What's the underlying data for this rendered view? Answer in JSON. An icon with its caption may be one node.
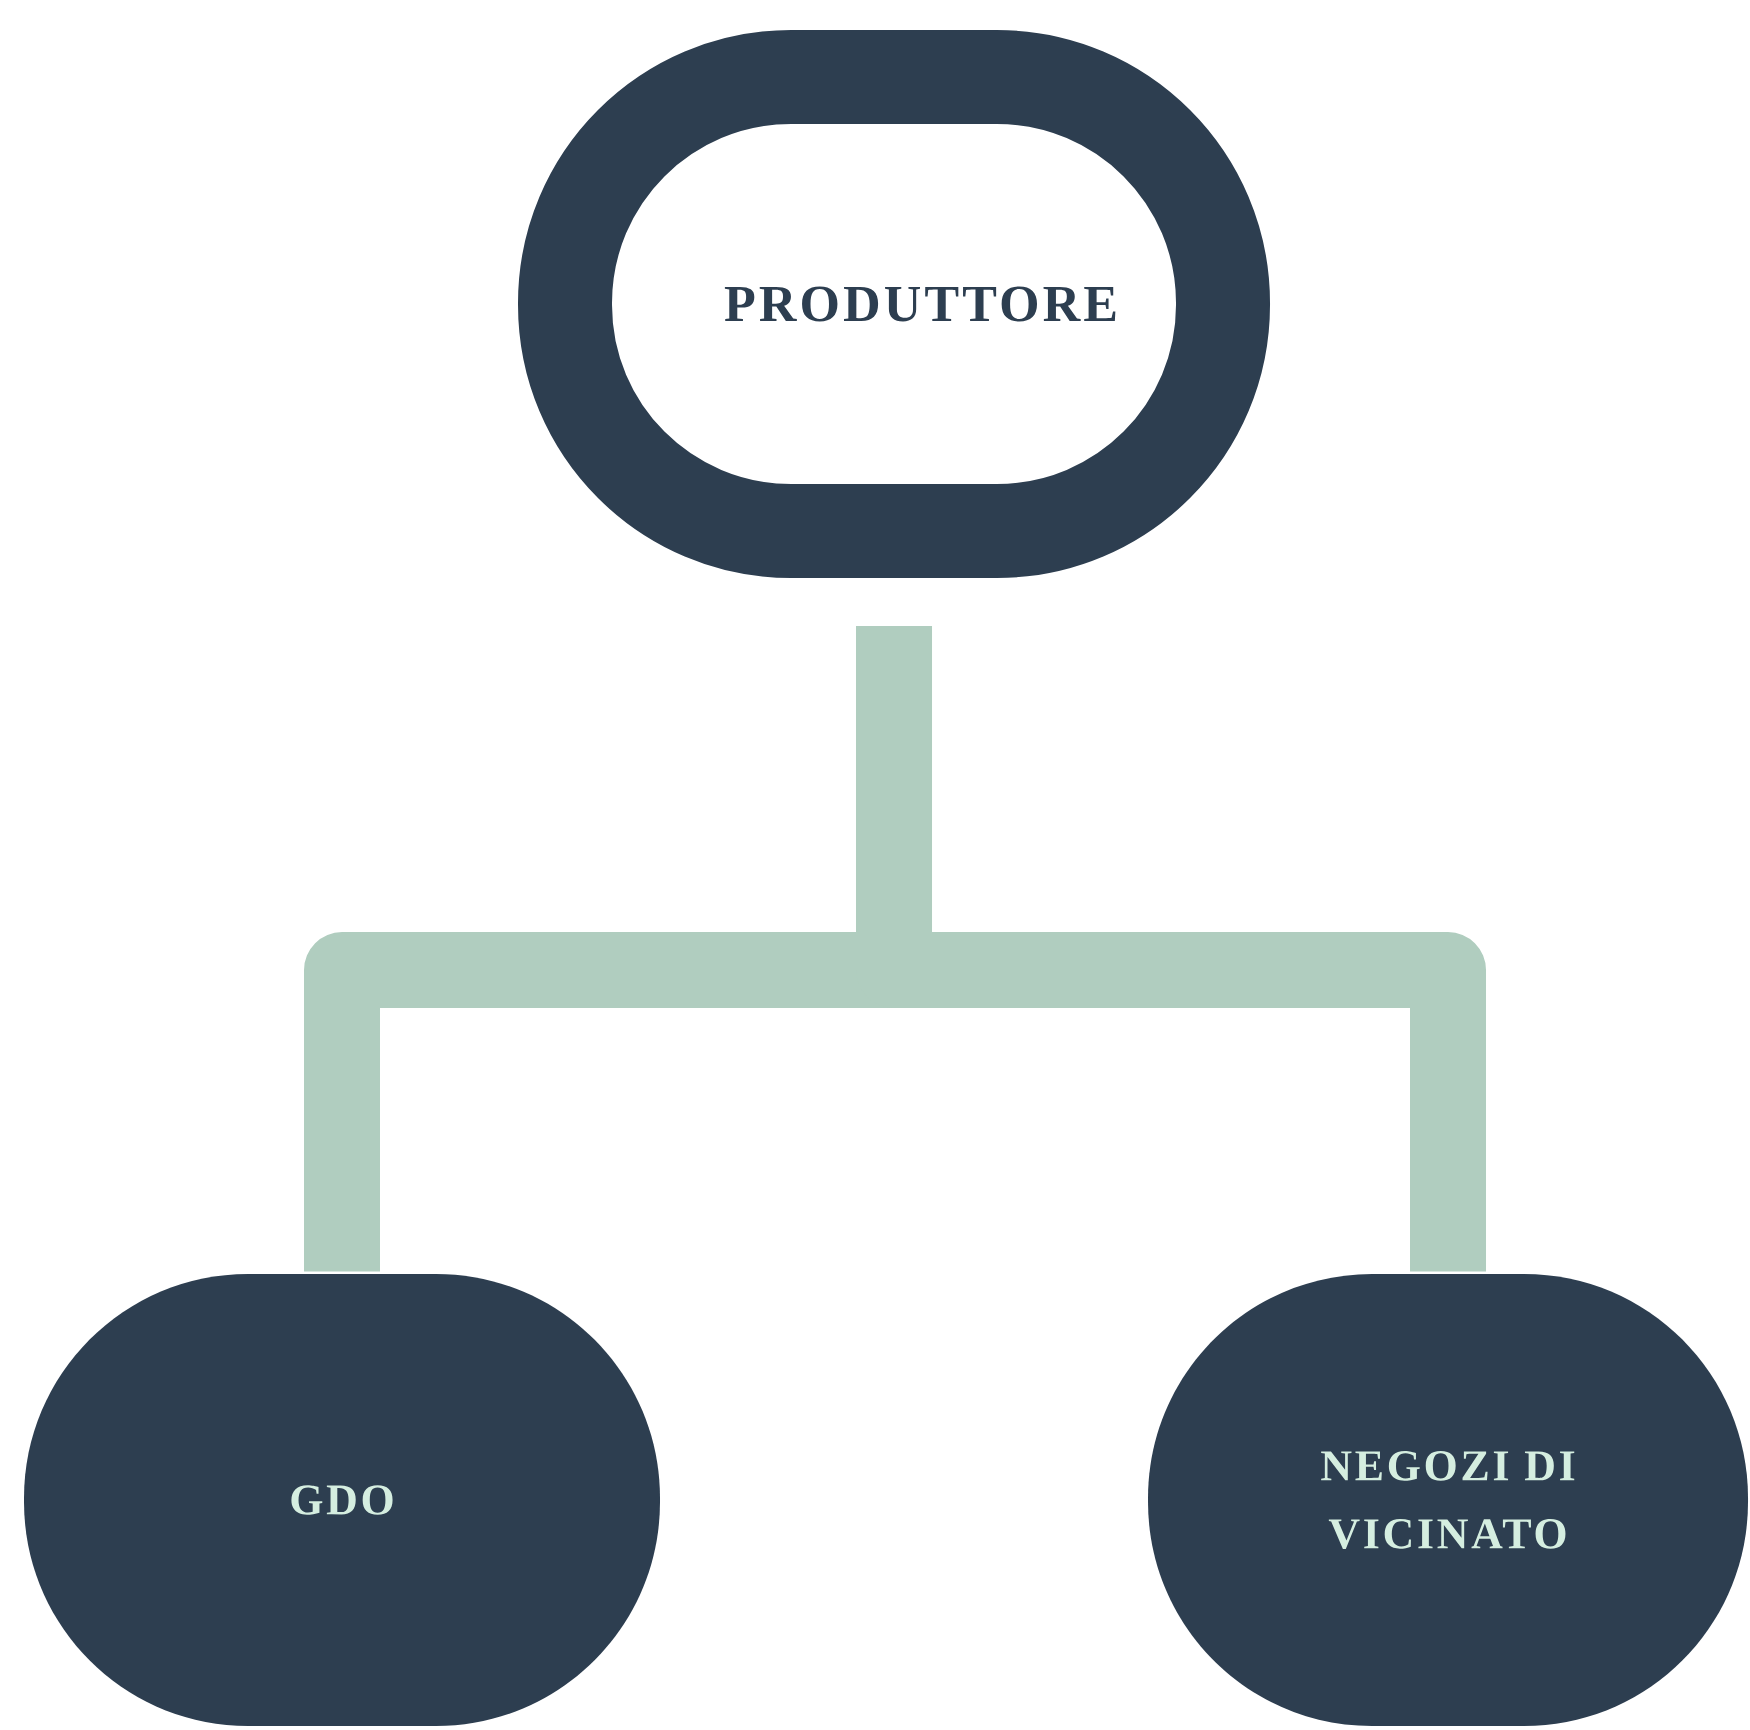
{
  "diagram": {
    "nodes": [
      {
        "text": [
          "PRODUTTORE"
        ]
      },
      {
        "text": [
          "GDO"
        ]
      },
      {
        "text": [
          "NEGOZI DI VICINATO"
        ]
      }
    ],
    "edges": [
      {
        "from": 0,
        "to": 1,
        "arrow": "none"
      },
      {
        "from": 0,
        "to": 2,
        "arrow": "none"
      }
    ]
  }
}
